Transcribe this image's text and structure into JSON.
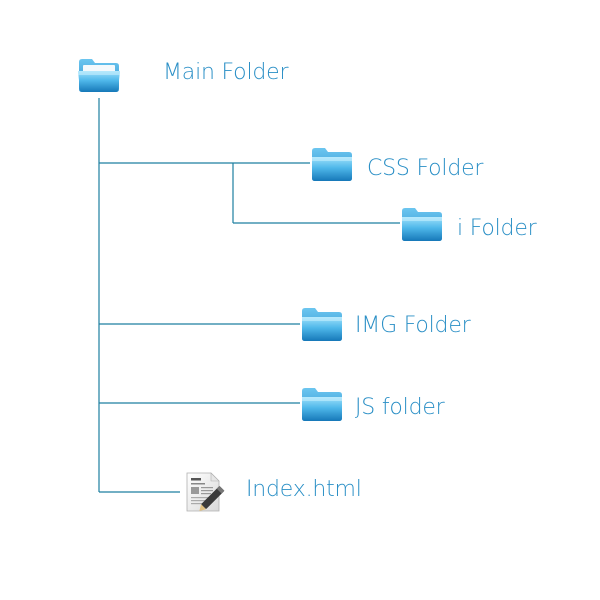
{
  "tree": {
    "line_color": "#1d7fa0",
    "text_color": "#2a8fc6",
    "nodes": [
      {
        "id": "main",
        "label": "Main Folder",
        "icon": "folder-open-icon"
      },
      {
        "id": "css",
        "label": "CSS Folder",
        "icon": "folder-icon"
      },
      {
        "id": "i",
        "label": "i Folder",
        "icon": "folder-icon"
      },
      {
        "id": "img",
        "label": "IMG Folder",
        "icon": "folder-icon"
      },
      {
        "id": "js",
        "label": "JS folder",
        "icon": "folder-icon"
      },
      {
        "id": "index",
        "label": "Index.html",
        "icon": "html-file-icon"
      }
    ]
  }
}
